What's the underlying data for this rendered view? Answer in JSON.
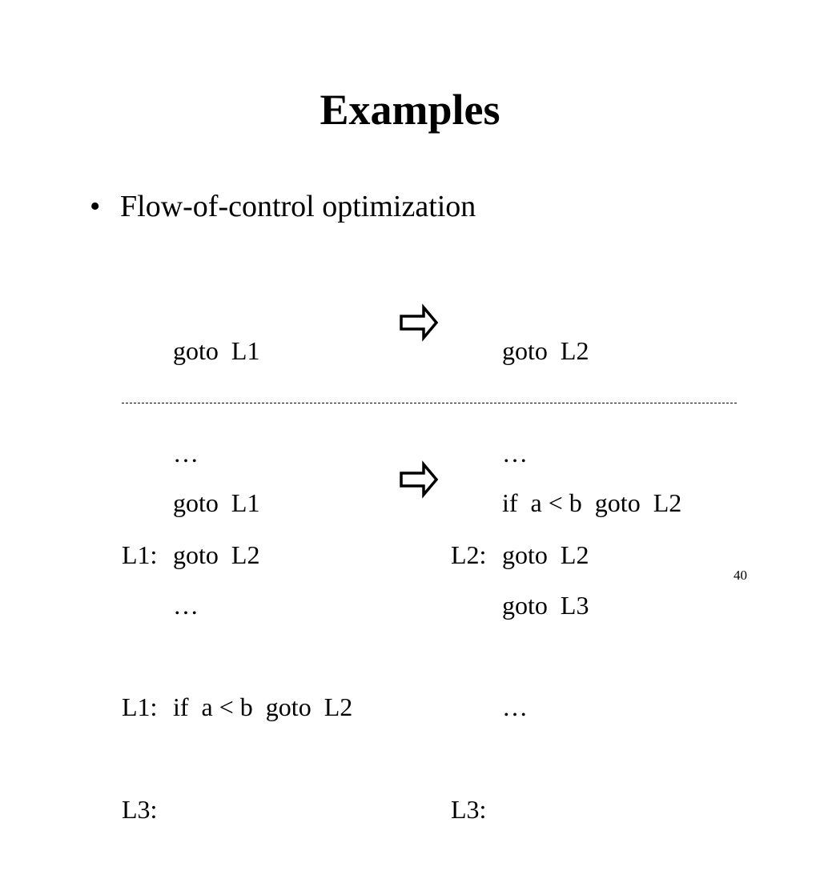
{
  "slide": {
    "title": "Examples",
    "bullet": {
      "marker": "•",
      "text": "Flow-of-control optimization"
    },
    "example1": {
      "before": [
        {
          "label": "",
          "code": "goto  L1"
        },
        {
          "label": "",
          "code": "…"
        },
        {
          "label": "L1:",
          "code": "goto  L2"
        }
      ],
      "after": [
        {
          "label": "",
          "code": "goto  L2"
        },
        {
          "label": "",
          "code": "…"
        },
        {
          "label": "L2:",
          "code": "goto  L2"
        }
      ]
    },
    "example2": {
      "before": [
        {
          "label": "",
          "code": "goto  L1"
        },
        {
          "label": "",
          "code": "…"
        },
        {
          "label": "L1:",
          "code": "if  a < b  goto  L2"
        },
        {
          "label": "L3:",
          "code": ""
        }
      ],
      "after": [
        {
          "label": "",
          "code": "if  a < b  goto  L2"
        },
        {
          "label": "",
          "code": "goto  L3"
        },
        {
          "label": "",
          "code": "…"
        },
        {
          "label": "L3:",
          "code": ""
        }
      ]
    },
    "icons": {
      "transform_arrow": "right-arrow-outline-icon"
    },
    "page_number": "40"
  }
}
